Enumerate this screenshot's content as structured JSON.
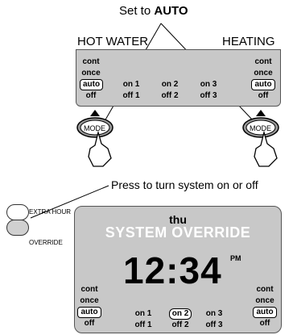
{
  "top_caption": {
    "prefix": "Set to ",
    "emph": "AUTO"
  },
  "labels": {
    "hot_water": "HOT WATER",
    "heating": "HEATING"
  },
  "top_panel": {
    "hw_modes": [
      "cont",
      "once",
      "auto",
      "off"
    ],
    "ht_modes": [
      "cont",
      "once",
      "auto",
      "off"
    ],
    "slots": [
      {
        "on": "on 1",
        "off": "off 1"
      },
      {
        "on": "on 2",
        "off": "off 2"
      },
      {
        "on": "on 3",
        "off": "off 3"
      }
    ]
  },
  "mode_button_label": "MODE",
  "middle_caption": "Press to turn system on or off",
  "side_buttons": {
    "extra_hour": "EXTRA HOUR",
    "override": "OVERRIDE"
  },
  "display": {
    "day": "thu",
    "status": "SYSTEM OVERRIDE",
    "time": "12:34",
    "ampm": "PM",
    "hw_modes": [
      "cont",
      "once",
      "auto",
      "off"
    ],
    "ht_modes": [
      "cont",
      "once",
      "auto",
      "off"
    ],
    "slots": [
      {
        "on": "on 1",
        "off": "off 1"
      },
      {
        "on": "on 2",
        "off": "off 2"
      },
      {
        "on": "on 3",
        "off": "off 3"
      }
    ]
  },
  "colors": {
    "panel": "#c8c8c8",
    "panel_border": "#555555",
    "pill_fill": "#ffffff"
  }
}
